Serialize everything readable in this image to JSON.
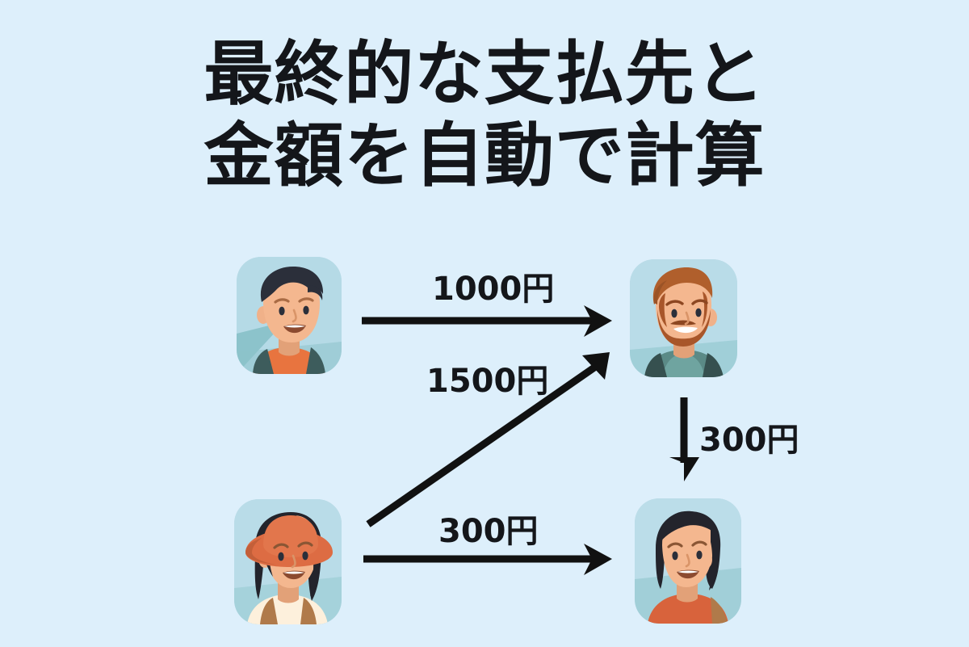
{
  "page": {
    "background_color": "#ddefFB",
    "text_color": "#14161a"
  },
  "title": {
    "line1": "最終的な支払先と",
    "line2": "金額を自動で計算",
    "full": "最終的な支払先と金額を自動で計算"
  },
  "people": [
    {
      "id": "person-top-left",
      "description": "young-man-dark-hair-orange-shirt",
      "position": "top-left"
    },
    {
      "id": "person-top-right",
      "description": "bearded-man-teal-shirt",
      "position": "top-right"
    },
    {
      "id": "person-bottom-left",
      "description": "woman-orange-sun-hat-long-dark-hair",
      "position": "bottom-left"
    },
    {
      "id": "person-bottom-right",
      "description": "woman-short-dark-hair-rust-top",
      "position": "bottom-right"
    }
  ],
  "transfers": [
    {
      "id": "transfer-1",
      "amount": "1000円",
      "from": "person-top-left",
      "to": "person-top-right",
      "direction": "horizontal-right"
    },
    {
      "id": "transfer-2",
      "amount": "1500円",
      "from": "person-bottom-left",
      "to": "person-top-right",
      "direction": "diagonal-up-right"
    },
    {
      "id": "transfer-3",
      "amount": "300円",
      "from": "person-top-right",
      "to": "person-bottom-right",
      "direction": "vertical-down"
    },
    {
      "id": "transfer-4",
      "amount": "300円",
      "from": "person-bottom-left",
      "to": "person-bottom-right",
      "direction": "horizontal-right"
    }
  ],
  "arrow_color": "#111111"
}
